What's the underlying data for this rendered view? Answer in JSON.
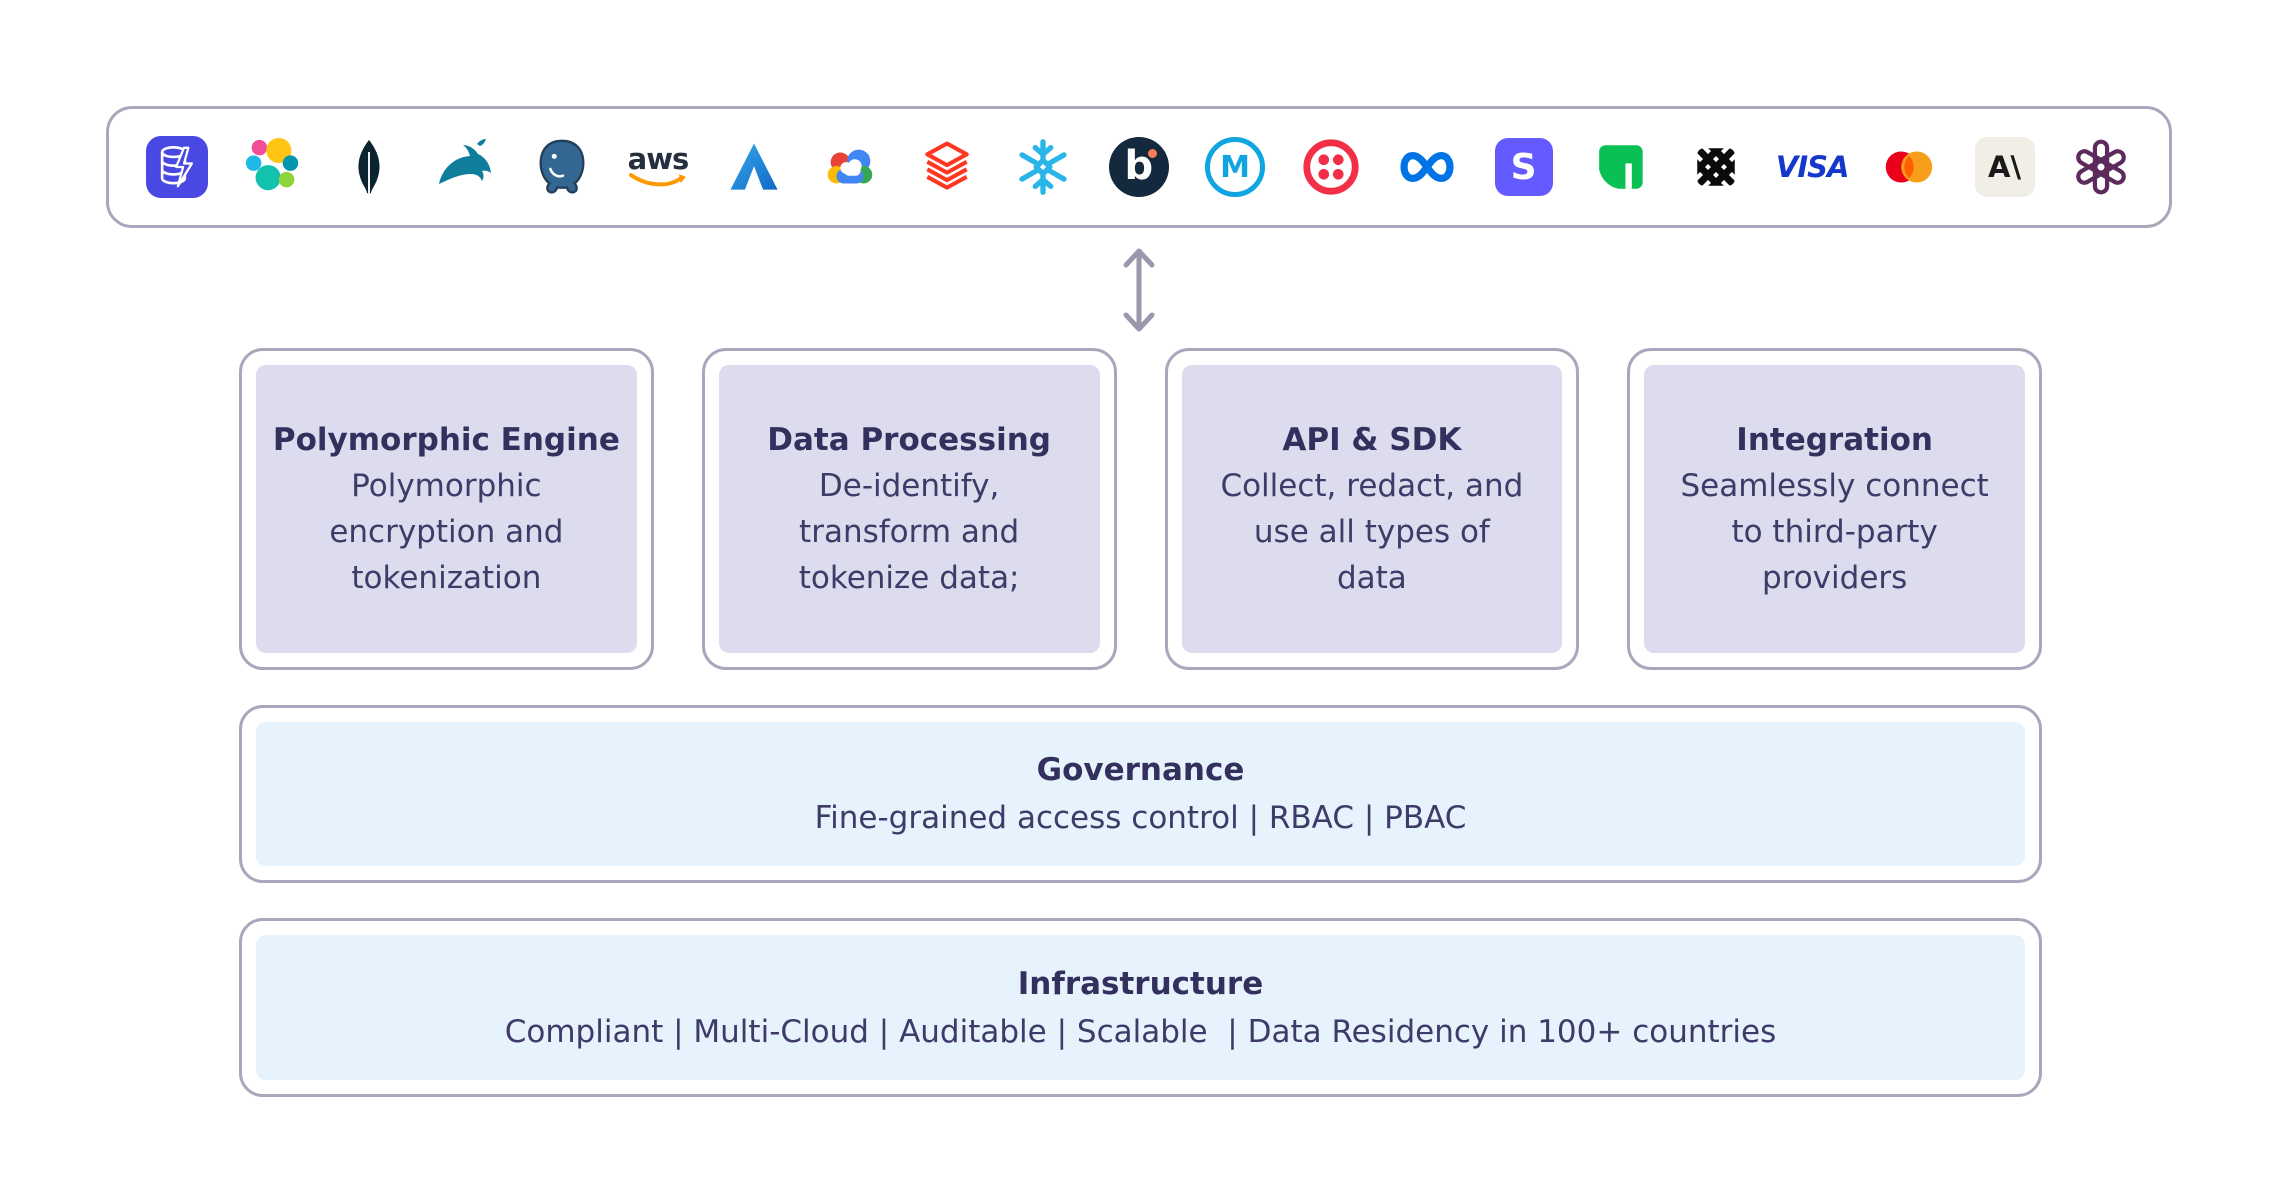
{
  "page": {
    "background": "#ffffff"
  },
  "logo_bar": {
    "items": [
      "database",
      "elastic",
      "mongodb",
      "mysql",
      "postgresql",
      "aws",
      "azure",
      "google-cloud",
      "databricks",
      "snowflake",
      "braze",
      "mulesoft",
      "twilio",
      "meta",
      "stripe",
      "adyen",
      "plaid",
      "visa",
      "mastercard",
      "anthropic",
      "openai"
    ],
    "text_logos": {
      "aws": "aws",
      "braze": "b",
      "mulesoft": "M",
      "stripe": "S",
      "visa": "VISA",
      "anthropic": "A\\"
    }
  },
  "arrow": {
    "icon": "bidirectional-arrow-icon"
  },
  "cards": [
    {
      "title": "Polymorphic Engine",
      "body": "Polymorphic encryption and tokenization"
    },
    {
      "title": "Data Processing",
      "body": "De-identify, transform and tokenize data;"
    },
    {
      "title": "API & SDK",
      "body": "Collect, redact, and use all types of data"
    },
    {
      "title": "Integration",
      "body": "Seamlessly connect to third-party providers"
    }
  ],
  "governance": {
    "title": "Governance",
    "body": "Fine-grained access control | RBAC | PBAC"
  },
  "infrastructure": {
    "title": "Infrastructure",
    "body": "Compliant | Multi-Cloud | Auditable | Scalable  | Data Residency in 100+ countries"
  },
  "colors": {
    "border": "#aaa7bc",
    "card_fill": "#dcdcee",
    "band_fill": "#e6f2fc",
    "title_text": "#33305e",
    "body_text": "#3e3b68",
    "arrow": "#9b98ad"
  }
}
